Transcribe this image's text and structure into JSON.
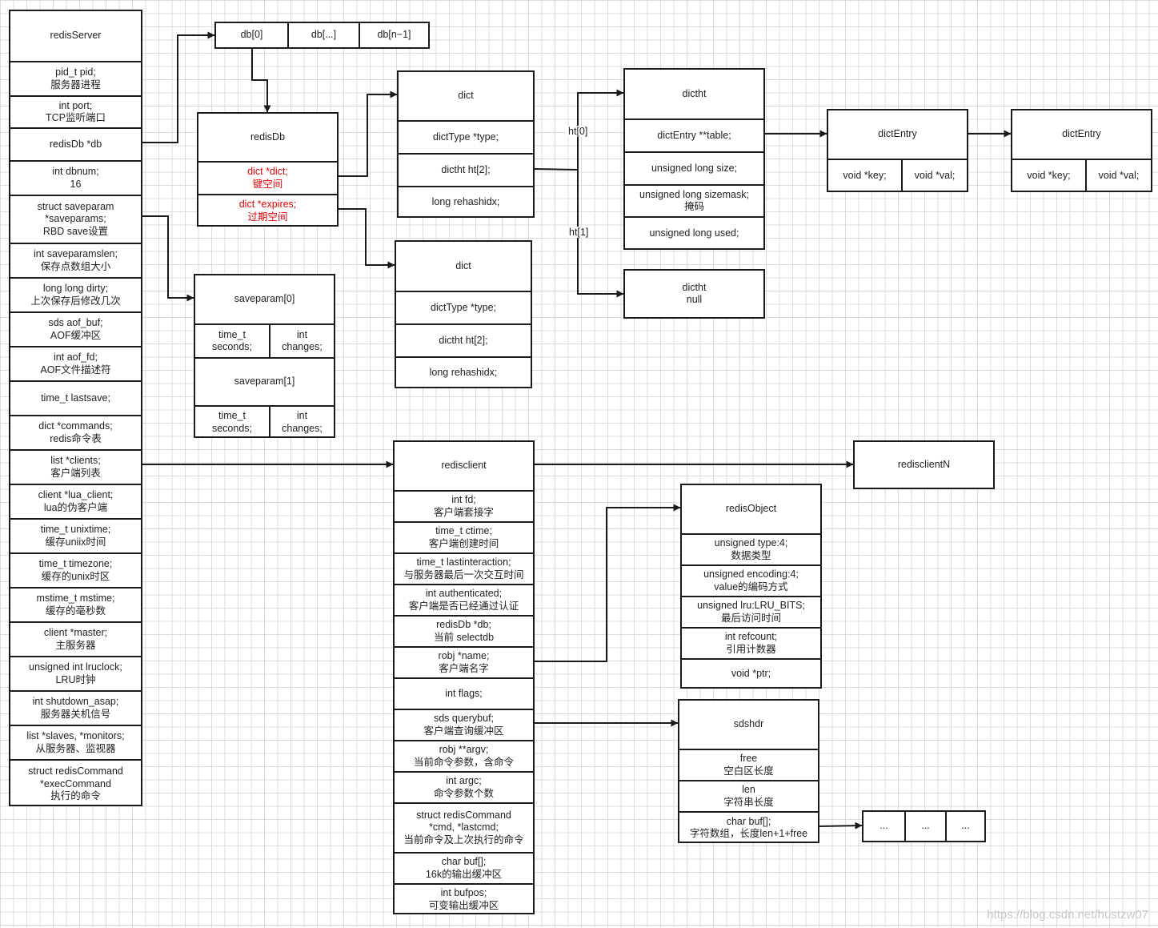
{
  "redisServer": {
    "title": "redisServer",
    "fields": [
      "pid_t pid;\n服务器进程",
      "int port;\nTCP监听端口",
      "redisDb *db",
      "int dbnum;\n16",
      "struct saveparam\n*saveparams;\nRBD save设置",
      "int saveparamslen;\n保存点数组大小",
      "long long dirty;\n上次保存后修改几次",
      "sds aof_buf;\nAOF缓冲区",
      "int aof_fd;\nAOF文件描述符",
      "time_t lastsave;",
      "dict *commands;\nredis命令表",
      "list *clients;\n客户端列表",
      "client *lua_client;\nlua的伪客户端",
      "time_t unixtime;\n缓存uniix时间",
      "time_t timezone;\n缓存的unix时区",
      "mstime_t mstime;\n缓存的毫秒数",
      "client *master;\n主服务器",
      "unsigned int lruclock;\nLRU时钟",
      "int shutdown_asap;\n服务器关机信号",
      "list *slaves, *monitors;\n从服务器、监视器",
      "struct redisCommand\n*execCommand\n执行的命令"
    ]
  },
  "dbArray": [
    "db[0]",
    "db[...]",
    "db[n−1]"
  ],
  "redisDb": {
    "title": "redisDb",
    "fields": [
      "dict *dict;\n键空间",
      "dict *expires;\n过期空间"
    ]
  },
  "dict1": {
    "title": "dict",
    "fields": [
      "dictType *type;",
      "dictht ht[2];",
      "long rehashidx;"
    ]
  },
  "dict2": {
    "title": "dict",
    "fields": [
      "dictType *type;",
      "dictht ht[2];",
      "long rehashidx;"
    ]
  },
  "dictht": {
    "title": "dictht",
    "fields": [
      "dictEntry **table;",
      "unsigned long size;",
      "unsigned long sizemask;\n掩码",
      "unsigned long used;"
    ]
  },
  "dicthtNull": "dictht\nnull",
  "htLabels": [
    "ht[0]",
    "ht[1]"
  ],
  "dictEntry1": {
    "title": "dictEntry",
    "cells": [
      "void *key;",
      "void *val;"
    ]
  },
  "dictEntry2": {
    "title": "dictEntry",
    "cells": [
      "void *key;",
      "void *val;"
    ]
  },
  "saveparam0": {
    "title": "saveparam[0]",
    "cells": [
      "time_t\nseconds;",
      "int\nchanges;"
    ]
  },
  "saveparam1": {
    "title": "saveparam[1]",
    "cells": [
      "time_t\nseconds;",
      "int\nchanges;"
    ]
  },
  "redisclient": {
    "title": "redisclient",
    "fields": [
      "int fd;\n客户端套接字",
      "time_t ctime;\n客户端创建时间",
      "time_t lastinteraction;\n与服务器最后一次交互时间",
      "int authenticated;\n客户端是否已经通过认证",
      "redisDb *db;\n当前 selectdb",
      "robj *name;\n客户端名字",
      "int flags;",
      "sds querybuf;\n客户端查询缓冲区",
      "robj **argv;\n当前命令参数，含命令",
      "int argc;\n命令参数个数",
      "struct redisCommand\n*cmd, *lastcmd;\n当前命令及上次执行的命令",
      "char buf[];\n16k的输出缓冲区",
      "int bufpos;\n可变输出缓冲区"
    ]
  },
  "redisclientN": "redisclientN",
  "redisObject": {
    "title": "redisObject",
    "fields": [
      "unsigned type:4;\n数据类型",
      "unsigned encoding:4;\nvalue的编码方式",
      "unsigned lru:LRU_BITS;\n最后访问时间",
      "int refcount;\n引用计数器",
      "void *ptr;"
    ]
  },
  "sdshdr": {
    "title": "sdshdr",
    "fields": [
      "free\n空白区长度",
      "len\n字符串长度",
      "char buf[];\n字符数组，长度len+1+free"
    ]
  },
  "bufArray": [
    "...",
    "...",
    "..."
  ],
  "watermark": "https://blog.csdn.net/hustzw07",
  "colors": {
    "line": "#1a1a1a",
    "highlight": "#e60000",
    "grid": "#dcdcdc"
  }
}
